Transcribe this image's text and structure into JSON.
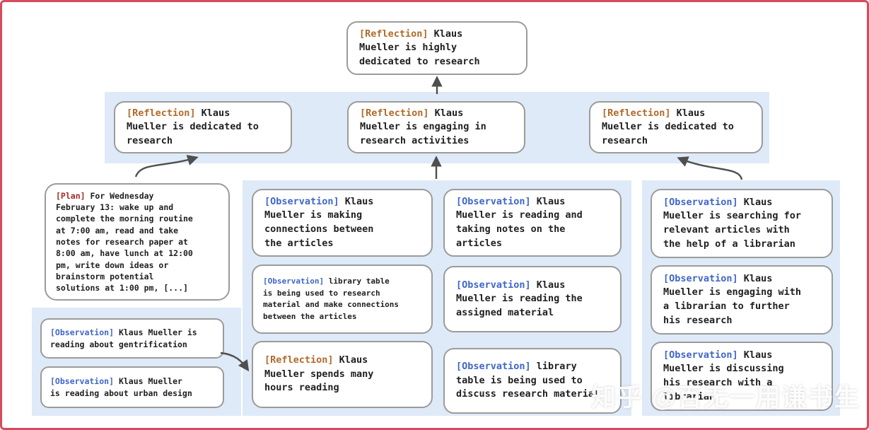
{
  "watermark": "知乎 @百无一用谦书生",
  "colors": {
    "frame_border": "#d64b5d",
    "panel_blue": "#dfeaf8",
    "node_border": "#9b9b9b",
    "node_background": "#ffffff",
    "arrow": "#4f4f4f",
    "tag_reflection": "#b06a2a",
    "tag_plan": "#9e2d26",
    "tag_observation": "#3f66c8",
    "body_text": "#1f1f1f"
  },
  "nodes": {
    "root": {
      "tag": "[Reflection]",
      "text": " Klaus\nMueller is highly\ndedicated to research"
    },
    "reflections": [
      {
        "tag": "[Reflection]",
        "text": " Klaus\nMueller is dedicated to\nresearch"
      },
      {
        "tag": "[Reflection]",
        "text": " Klaus\nMueller is engaging in\nresearch activities"
      },
      {
        "tag": "[Reflection]",
        "text": " Klaus\nMueller is dedicated to\nresearch"
      }
    ],
    "plan": {
      "tag": "[Plan]",
      "text": " For Wednesday\nFebruary 13: wake up and\ncomplete the morning routine\nat 7:00 am, read and take\nnotes for research paper at\n8:00 am, have lunch at 12:00\npm, write down ideas or\nbrainstorm potential\nsolutions at 1:00 pm, [...]"
    },
    "left_observations": [
      {
        "tag": "[Observation]",
        "text": " Klaus Mueller is\nreading about gentrification"
      },
      {
        "tag": "[Observation]",
        "text": " Klaus Mueller\nis reading about urban design"
      }
    ],
    "middle_col_a": [
      {
        "tag": "[Observation]",
        "text": " Klaus\nMueller is making\nconnections between\nthe articles"
      },
      {
        "tag": "[Observation]",
        "text": " library table\nis being used to research\nmaterial and make connections\nbetween the articles"
      },
      {
        "tag": "[Reflection]",
        "text": " Klaus\nMueller spends many\nhours reading"
      }
    ],
    "middle_col_b": [
      {
        "tag": "[Observation]",
        "text": " Klaus\nMueller is reading and\ntaking notes on the\narticles"
      },
      {
        "tag": "[Observation]",
        "text": " Klaus\nMueller is reading the\nassigned material"
      },
      {
        "tag": "[Observation]",
        "text": " library\ntable is being used to\ndiscuss research material"
      }
    ],
    "right_col": [
      {
        "tag": "[Observation]",
        "text": " Klaus\nMueller is searching for\nrelevant articles with\nthe help of a librarian"
      },
      {
        "tag": "[Observation]",
        "text": " Klaus\nMueller is engaging with\na librarian to further\nhis research"
      },
      {
        "tag": "[Observation]",
        "text": " Klaus\nMueller is discussing\nhis research with a\nlibrarian"
      }
    ]
  }
}
